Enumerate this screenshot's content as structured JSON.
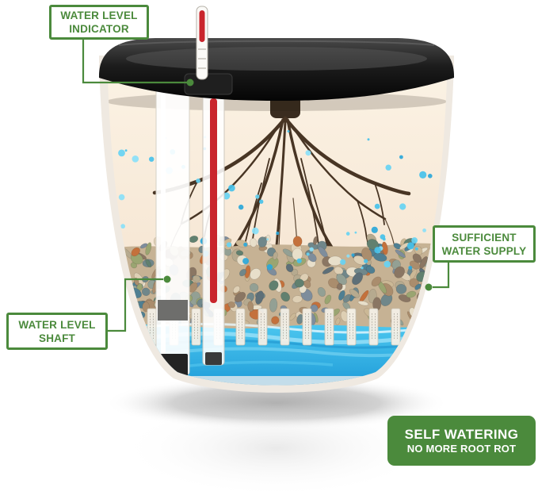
{
  "callouts": {
    "water_level_indicator": {
      "line1": "WATER LEVEL",
      "line2": "INDICATOR"
    },
    "sufficient_water_supply": {
      "line1": "SUFFICIENT",
      "line2": "WATER SUPPLY"
    },
    "water_level_shaft": {
      "line1": "WATER LEVEL",
      "line2": "SHAFT"
    },
    "self_watering_badge": {
      "line1": "SELF WATERING",
      "line2": "NO MORE ROOT ROT"
    }
  },
  "colors": {
    "accent_green": "#4b8a3c",
    "water_blue": "#1f9fd8",
    "indicator_red": "#c9252c",
    "substrate_cream": "#f8ead9",
    "root_brown": "#483524",
    "rim_black": "#141414"
  }
}
